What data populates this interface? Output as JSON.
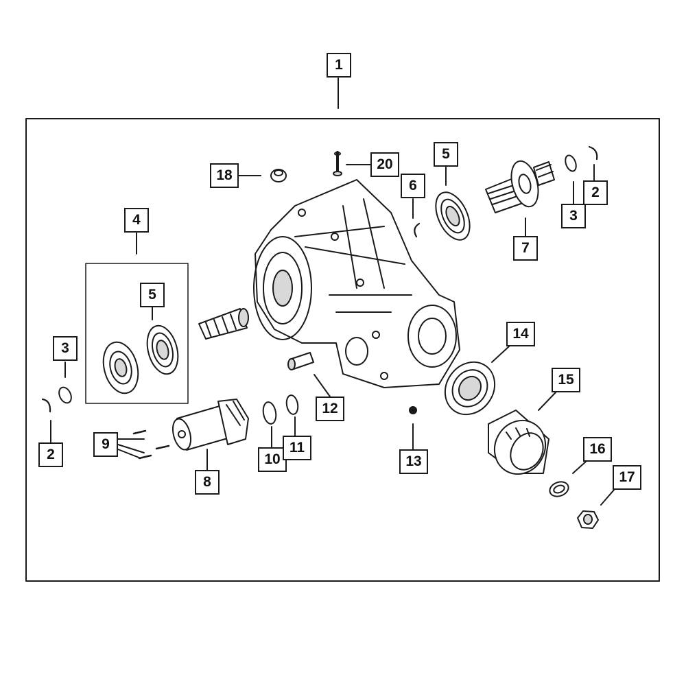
{
  "diagram": {
    "line_color": "#1a1a1a",
    "part_fill": "#ffffff",
    "shade_fill": "#d8d8d8",
    "callouts": [
      {
        "id": "c1",
        "label": "1"
      },
      {
        "id": "c18",
        "label": "18"
      },
      {
        "id": "c20",
        "label": "20"
      },
      {
        "id": "c5a",
        "label": "5"
      },
      {
        "id": "c6",
        "label": "6"
      },
      {
        "id": "c2a",
        "label": "2"
      },
      {
        "id": "c3a",
        "label": "3"
      },
      {
        "id": "c7",
        "label": "7"
      },
      {
        "id": "c4",
        "label": "4"
      },
      {
        "id": "c5b",
        "label": "5"
      },
      {
        "id": "c3b",
        "label": "3"
      },
      {
        "id": "c2b",
        "label": "2"
      },
      {
        "id": "c9",
        "label": "9"
      },
      {
        "id": "c8",
        "label": "8"
      },
      {
        "id": "c10",
        "label": "10"
      },
      {
        "id": "c11",
        "label": "11"
      },
      {
        "id": "c12",
        "label": "12"
      },
      {
        "id": "c13",
        "label": "13"
      },
      {
        "id": "c14",
        "label": "14"
      },
      {
        "id": "c15",
        "label": "15"
      },
      {
        "id": "c16",
        "label": "16"
      },
      {
        "id": "c17",
        "label": "17"
      }
    ]
  }
}
